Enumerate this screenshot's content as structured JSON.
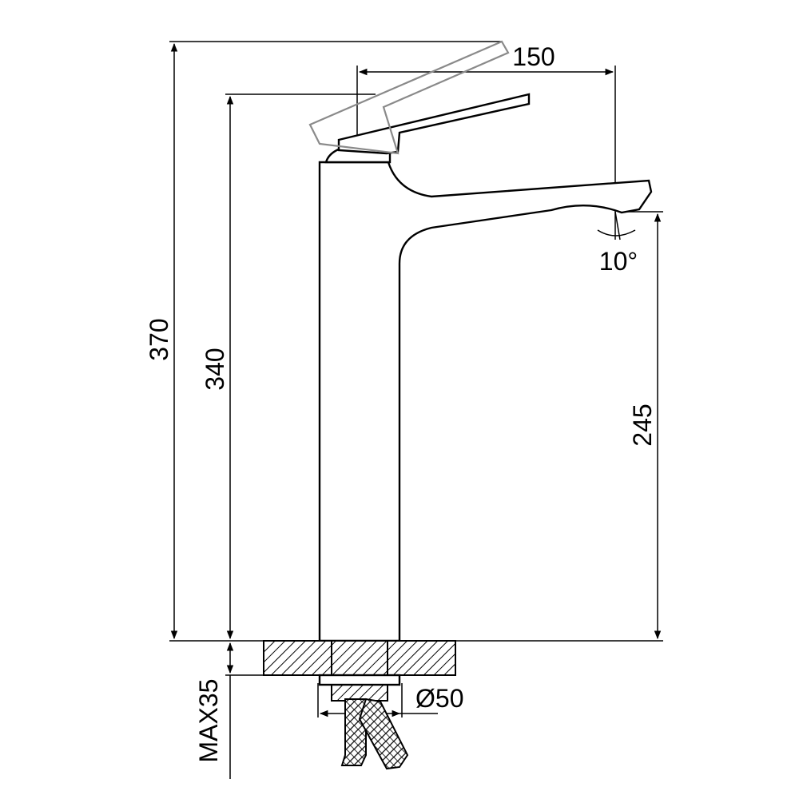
{
  "dimensions": {
    "total_height": "370",
    "body_height": "340",
    "spout_reach": "150",
    "spout_height": "245",
    "tilt_angle": "10°",
    "max_counter_thickness": "MAX35",
    "hole_diameter": "Ø50"
  },
  "colors": {
    "line": "#000000",
    "ghost_handle": "#8a8a8a",
    "background": "#ffffff"
  }
}
